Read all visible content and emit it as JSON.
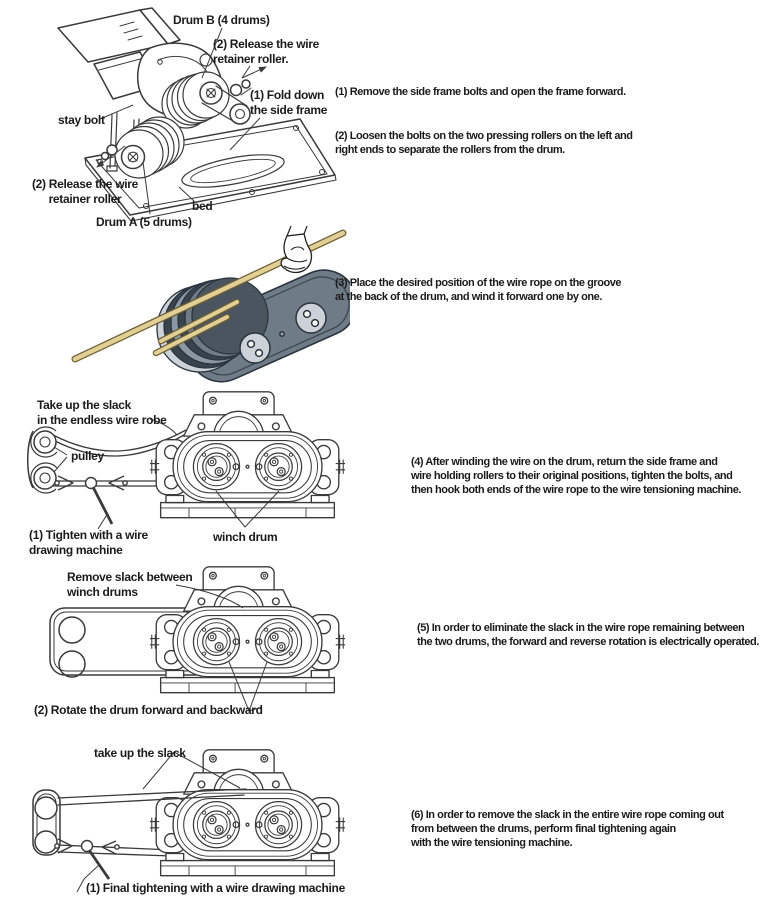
{
  "page": {
    "background": "#ffffff"
  },
  "colors": {
    "line_art": "#3a3a3a",
    "text": "#1b1b1b",
    "drum_body": "#6f7c88",
    "drum_shadow": "#39434d",
    "drum_cap": "#ccd2d8",
    "wire_rope": "#e2cf96",
    "wire_rope_edge": "#6f5f33"
  },
  "step1_diagram": {
    "drum_b": "Drum B (4 drums)",
    "release_top": "(2) Release the wire\nretainer roller.",
    "fold_down": "(1) Fold down\nthe side frame",
    "stay_bolt": "stay bolt",
    "release_bottom": "(2) Release the wire\nretainer roller",
    "bed": "bed",
    "drum_a": "Drum A (5 drums)"
  },
  "instructions": {
    "step1": "(1) Remove the side frame bolts and open the frame forward.",
    "step2": "(2) Loosen the bolts on the two pressing rollers on the left and\nright ends to separate the rollers from the drum.",
    "step3": "(3) Place the desired position of the wire rope on the groove\nat the back of the drum, and wind it forward one by one.",
    "step4": "(4) After winding the wire on the drum, return the side frame and\nwire holding rollers to their original positions, tighten the bolts, and\nthen hook both ends of the wire rope to the wire tensioning machine.",
    "step5": "(5) In order to eliminate the slack in the wire rope remaining between\nthe two drums, the forward and reverse rotation is electrically operated.",
    "step6": "(6) In order to remove the slack in the entire wire rope coming out\nfrom between the drums, perform final tightening again\nwith the wire tensioning machine."
  },
  "step4_diagram": {
    "take_up_slack": "Take up the slack\nin the endless wire robe",
    "pulley": "pulley",
    "tighten": "(1) Tighten with a wire\ndrawing machine",
    "winch_drum": "winch drum"
  },
  "step5_diagram": {
    "remove_slack": "Remove slack between\nwinch drums",
    "rotate": "(2) Rotate the drum forward and backward"
  },
  "step6_diagram": {
    "take_up": "take up the slack",
    "final_tighten": "(1) Final tightening with a wire drawing machine"
  }
}
